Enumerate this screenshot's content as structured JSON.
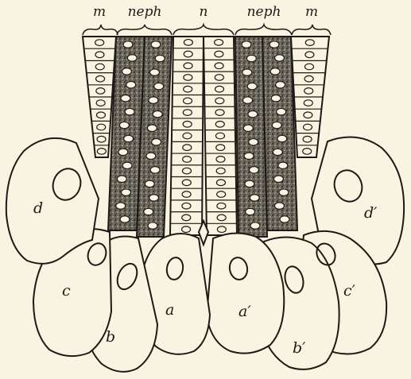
{
  "figure": {
    "top_labels": {
      "m_left": "m",
      "neph_left": "neph",
      "n": "n",
      "neph_right": "neph",
      "m_right": "m"
    },
    "cell_labels": {
      "a": "a",
      "b": "b",
      "c": "c",
      "d": "d",
      "a_prime": "a′",
      "b_prime": "b′",
      "c_prime": "c′",
      "d_prime": "d′"
    },
    "colors": {
      "background": "#f8f4e1",
      "ink": "#1c1a16",
      "stipple": "#4a463c"
    }
  }
}
